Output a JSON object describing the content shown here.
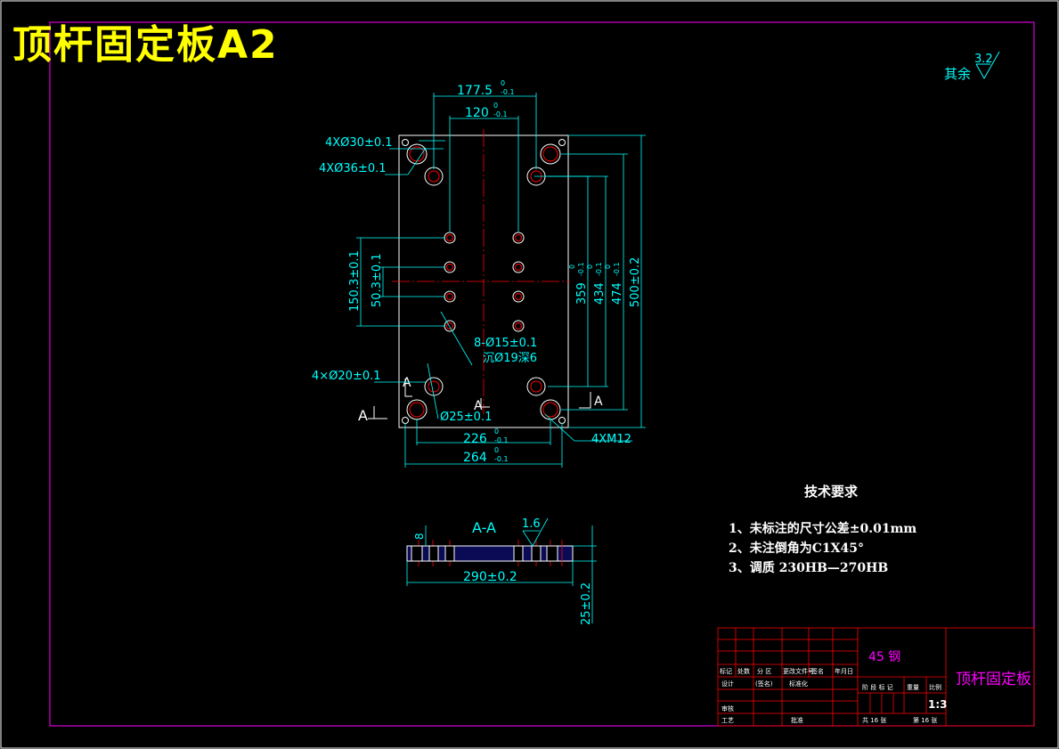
{
  "title": "顶杆固定板A2",
  "roughness": {
    "prefix": "其余",
    "value": "3.2"
  },
  "dims": {
    "d1775": "177.5",
    "d1775_tol_top": "0",
    "d1775_tol_bot": "-0.1",
    "d120": "120",
    "d120_tol_top": "0",
    "d120_tol_bot": "-0.1",
    "hole30": "4XØ30±0.1",
    "hole36": "4XØ36±0.1",
    "v1503": "150.3±0.1",
    "v503": "50.3±0.1",
    "v359": "359",
    "v434": "434",
    "v474": "474",
    "v_tol_top": "0",
    "v_tol_bot": "-0.1",
    "v500": "500±0.2",
    "hole15": "8-Ø15±0.1",
    "hole19": "沉Ø19深6",
    "hole20": "4×Ø20±0.1",
    "hole25": "Ø25±0.1",
    "m12": "4XM12",
    "d226": "226",
    "d226_tol_top": "0",
    "d226_tol_bot": "-0.1",
    "d264": "264",
    "d264_tol_top": "0",
    "d264_tol_bot": "-0.1",
    "sec_a": "A",
    "sec_title": "A-A",
    "sec_rough": "1.6",
    "sec_8": "8",
    "sec_290": "290±0.2",
    "sec_25": "25±0.2"
  },
  "tech": {
    "heading": "技术要求",
    "items": [
      "1、未标注的尺寸公差±0.01mm",
      "2、未注倒角为C1X45°",
      "3、调质  230HB—270HB"
    ]
  },
  "titleblock": {
    "material": "45 钢",
    "part_name": "顶杆固定板",
    "scale": "1:3",
    "h_row": [
      "标记",
      "处数",
      "分 区",
      "更改文件号",
      "签名",
      "年月日"
    ],
    "design": "设计",
    "standard": "标准化",
    "review": "审核",
    "craft": "工艺",
    "approve": "批准",
    "stage_mark": "阶 段 标 记",
    "weight": "重量",
    "ratio": "比例",
    "sheets": "共 16 张",
    "sheet_no": "第 16 张",
    "sign": "(签名)"
  },
  "colors": {
    "frame": "#ff00ff",
    "dim": "#00ffff",
    "part": "#ffffff",
    "center": "#ff0000",
    "title": "#ffff00"
  }
}
